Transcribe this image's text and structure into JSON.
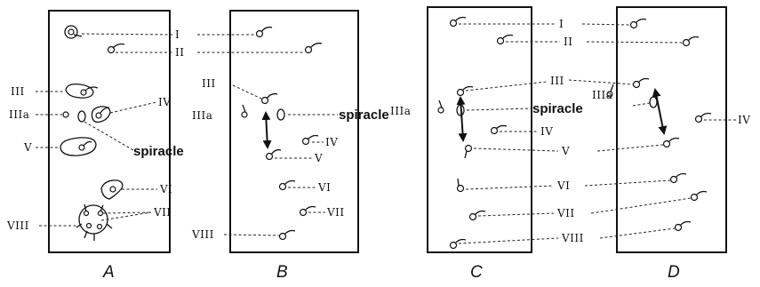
{
  "figure": {
    "panels": {
      "A": {
        "letter": "A",
        "labels": {
          "I": "I",
          "II": "II",
          "III": "III",
          "IIIa": "IIIa",
          "IV": "IV",
          "V": "V",
          "VI": "VI",
          "VII": "VII",
          "VIII": "VIII",
          "spiracle": "spiracle"
        }
      },
      "B": {
        "letter": "B",
        "labels": {
          "I": "I",
          "II": "II",
          "III": "III",
          "IIIa": "IIIa",
          "IV": "IV",
          "V": "V",
          "VI": "VI",
          "VII": "VII",
          "VIII": "VIII",
          "spiracle": "spiracle"
        }
      },
      "C": {
        "letter": "C",
        "labels": {
          "I": "I",
          "II": "II",
          "III": "III",
          "IIIa": "IIIa",
          "IV": "IV",
          "V": "V",
          "VI": "VI",
          "VII": "VII",
          "VIII": "VIII",
          "spiracle": "spiracle"
        }
      },
      "D": {
        "letter": "D",
        "labels": {
          "IIIa": "IIIa",
          "IV": "IV"
        }
      }
    }
  }
}
